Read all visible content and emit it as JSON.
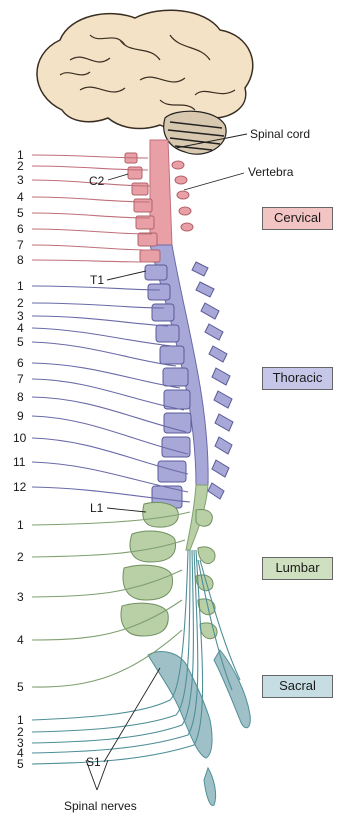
{
  "labels": {
    "spinal_cord": "Spinal cord",
    "vertebra": "Vertebra",
    "c2": "C2",
    "t1": "T1",
    "l1": "L1",
    "s1": "S1",
    "spinal_nerves": "Spinal nerves"
  },
  "regions": {
    "cervical": {
      "label": "Cervical",
      "color": "#f2c4c4"
    },
    "thoracic": {
      "label": "Thoracic",
      "color": "#c6c6e8"
    },
    "lumbar": {
      "label": "Lumbar",
      "color": "#cfe0c0"
    },
    "sacral": {
      "label": "Sacral",
      "color": "#c5dde3"
    }
  },
  "nerve_numbers": {
    "cervical": [
      "1",
      "2",
      "3",
      "4",
      "5",
      "6",
      "7",
      "8"
    ],
    "thoracic": [
      "1",
      "2",
      "3",
      "4",
      "5",
      "6",
      "7",
      "8",
      "9",
      "10",
      "11",
      "12"
    ],
    "lumbar": [
      "1",
      "2",
      "3",
      "4",
      "5"
    ],
    "sacral": [
      "1",
      "2",
      "3",
      "4",
      "5"
    ]
  },
  "colors": {
    "cervical_line": "#c0707a",
    "cervical_fill": "#e8a0a6",
    "thoracic_line": "#6a6aa8",
    "thoracic_fill": "#a8a8d8",
    "lumbar_line": "#7fa070",
    "lumbar_fill": "#b9d0a6",
    "sacral_line": "#4f8f98",
    "sacral_fill": "#9fc0c6",
    "brain": "#f3e2c6"
  }
}
